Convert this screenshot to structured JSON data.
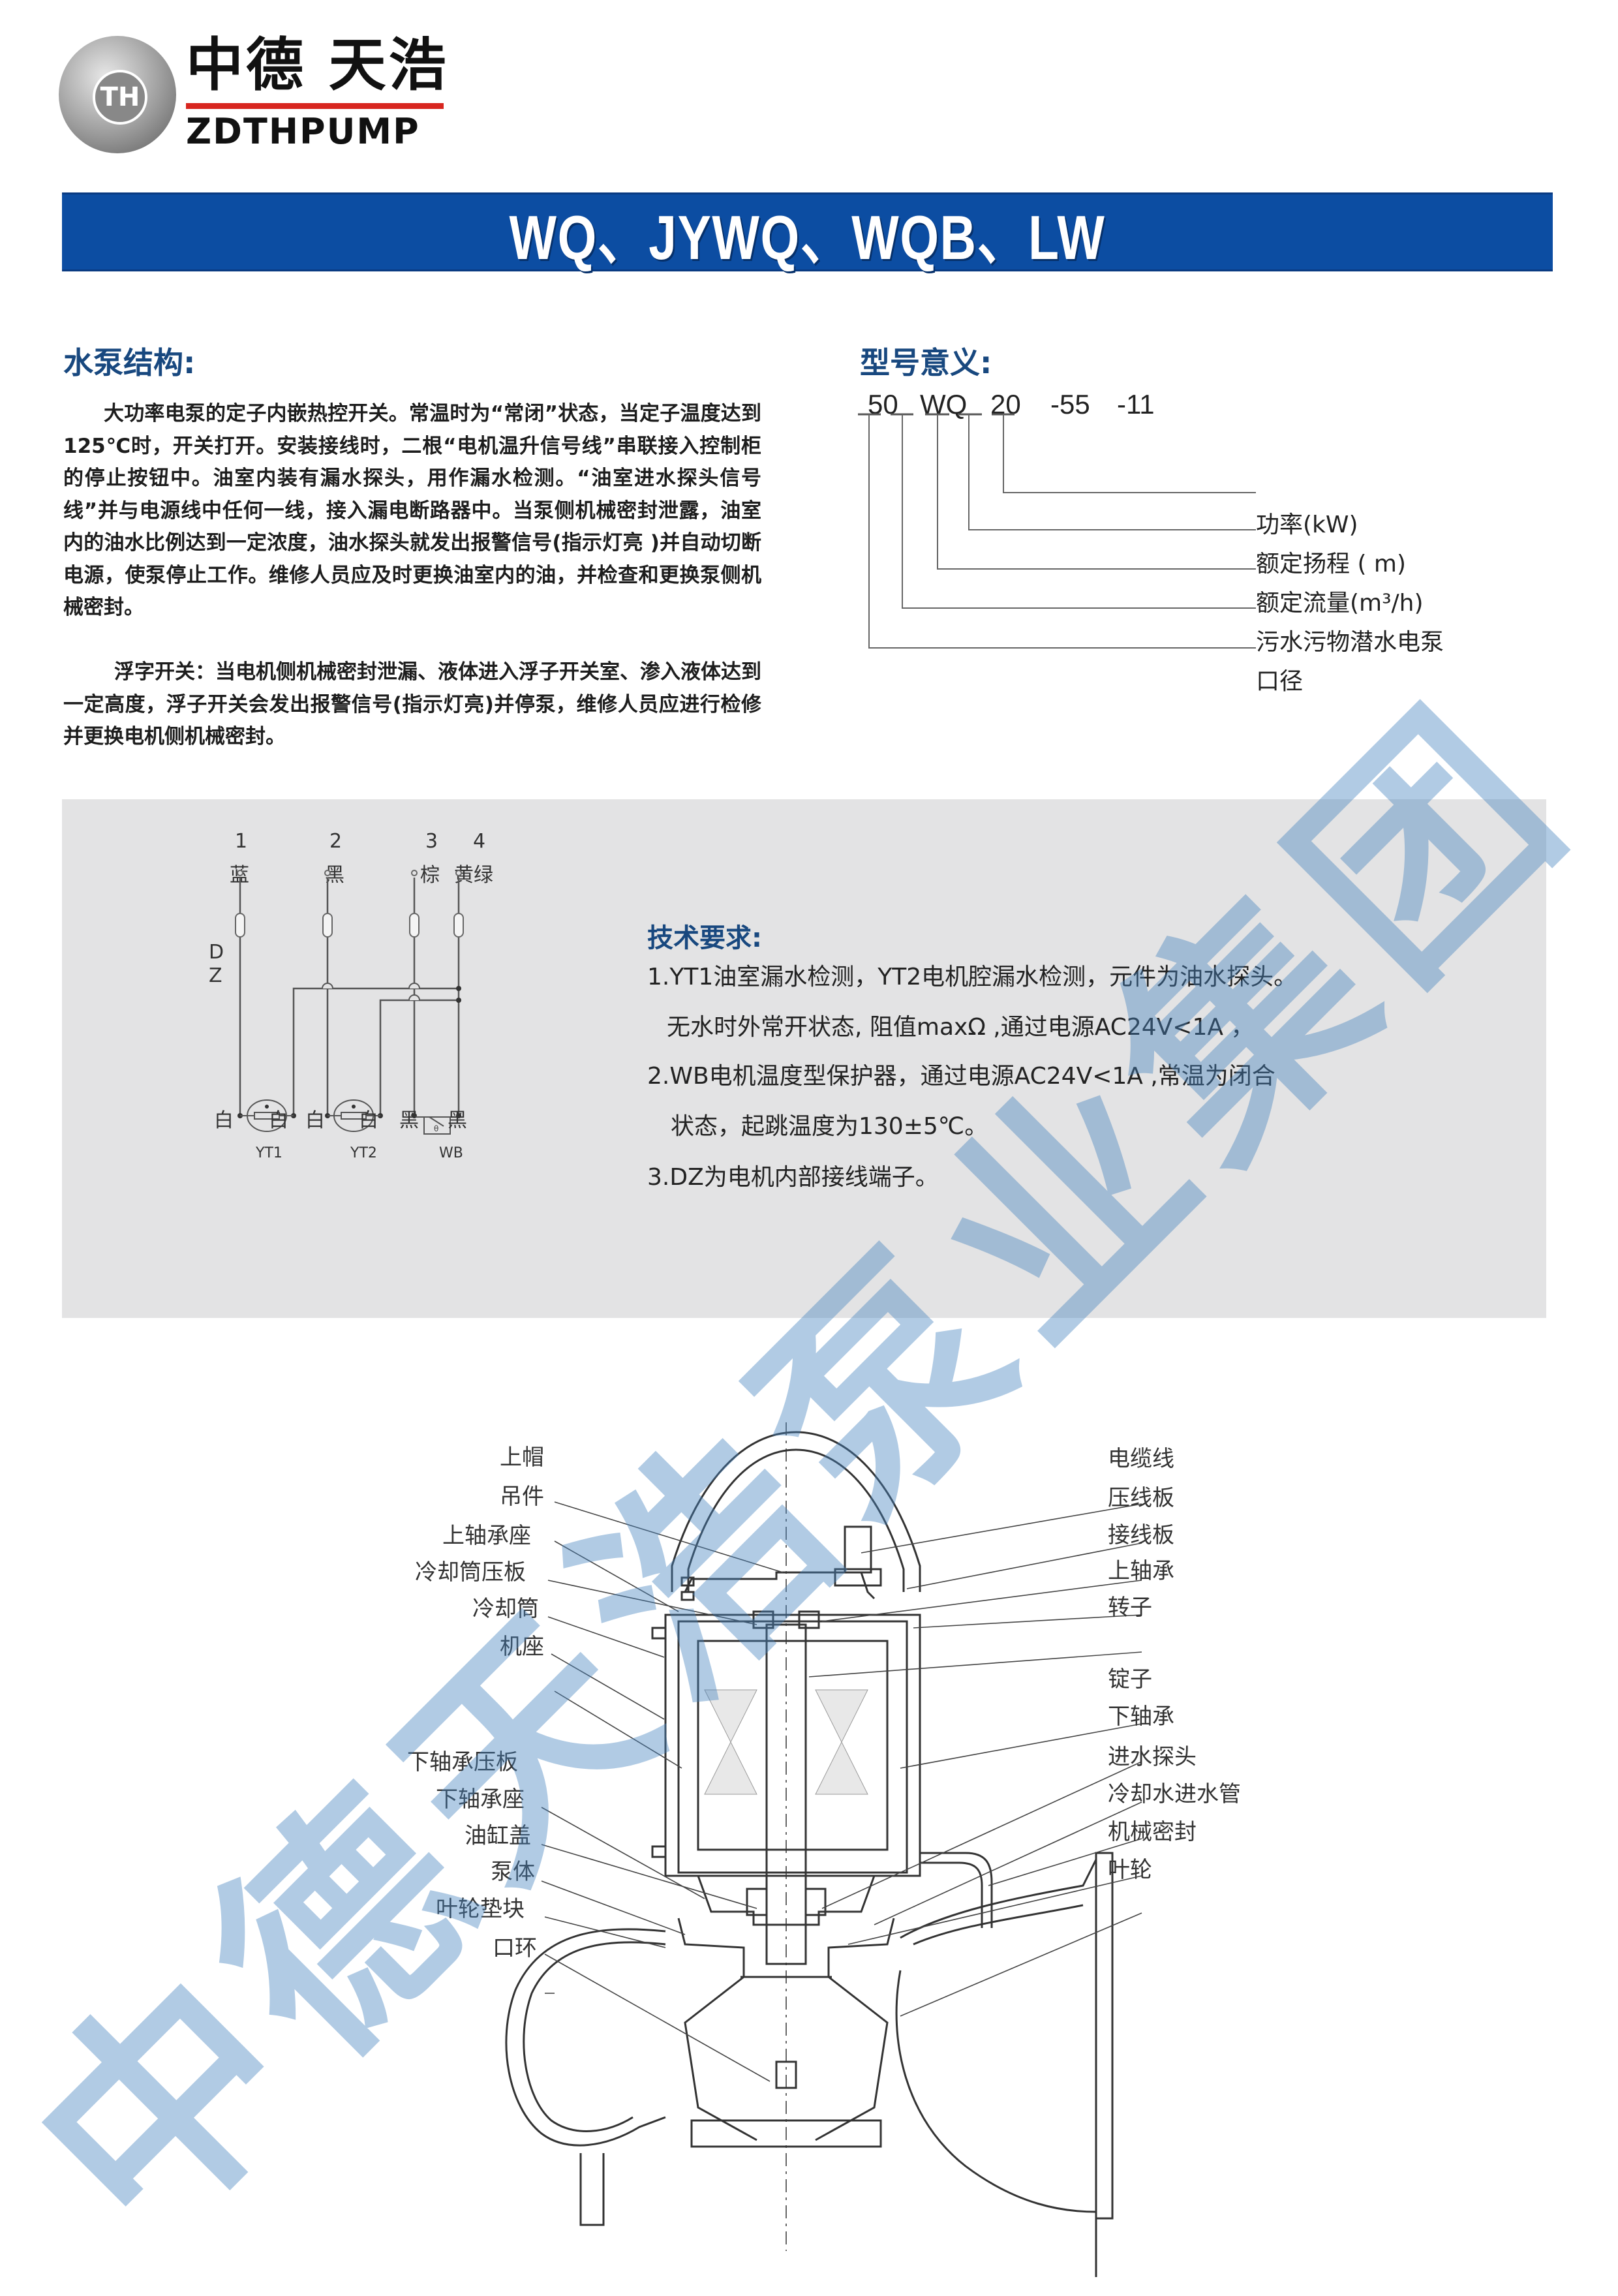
{
  "logo": {
    "mark_text": "TH",
    "name_cn": "中德 天浩",
    "name_en": "ZDTHPUMP",
    "accent_color": "#d8261f"
  },
  "banner": {
    "title": "WQ、JYWQ、WQB、LW",
    "background": "#0c4da2"
  },
  "structure": {
    "heading": "水泵结构:",
    "paragraph1": "大功率电泵的定子内嵌热控开关。常温时为“常闭”状态，当定子温度达到125℃时，开关打开。安装接线时，二根“电机温升信号线”串联接入控制柜的停止按钮中。油室内装有漏水探头，用作漏水检测。“油室进水探头信号线”并与电源线中任何一线，接入漏电断路器中。当泵侧机械密封泄露，油室内的油水比例达到一定浓度，油水探头就发出报警信号(指示灯亮 )并自动切断电源，使泵停止工作。维修人员应及时更换油室内的油，并检查和更换泵侧机械密封。",
    "paragraph2": "浮字开关：当电机侧机械密封泄漏、液体进入浮子开关室、渗入液体达到一定高度，浮子开关会发出报警信号(指示灯亮)并停泵，维修人员应进行检修并更换电机侧机械密封。"
  },
  "model_meaning": {
    "heading": "型号意义:",
    "code_parts": [
      "50",
      "WQ",
      "20",
      "-55",
      "-11"
    ],
    "labels": [
      "功率(kW)",
      "额定扬程 ( m)",
      "额定流量(m³/h)",
      "污水污物潜水电泵",
      "口径"
    ]
  },
  "wiring": {
    "terminals": [
      {
        "num": "1",
        "color": "蓝"
      },
      {
        "num": "2",
        "color": "黑"
      },
      {
        "num": "3",
        "color": "棕"
      },
      {
        "num": "4",
        "color": "黄绿"
      }
    ],
    "dz_label_top": "D",
    "dz_label_bottom": "Z",
    "wire_colors": [
      "白",
      "白",
      "白",
      "白",
      "黑",
      "黑"
    ],
    "components": [
      "YT1",
      "YT2",
      "WB"
    ],
    "wb_symbol": "θ"
  },
  "tech_requirements": {
    "heading": "技术要求:",
    "lines": [
      "1.YT1油室漏水检测，YT2电机腔漏水检测，元件为油水探头。",
      "无水时外常开状态, 阻值maxΩ ,通过电源AC24V<1A ，",
      "2.WB电机温度型保护器，通过电源AC24V<1A ,常温为闭合",
      "状态，起跳温度为130±5℃。",
      "3.DZ为电机内部接线端子。"
    ]
  },
  "pump_diagram": {
    "left_labels": [
      "上帽",
      "吊件",
      "上轴承座",
      "冷却筒压板",
      "冷却筒",
      "机座",
      "下轴承压板",
      "下轴承座",
      "油缸盖",
      "泵体",
      "叶轮垫块",
      "口环"
    ],
    "right_labels": [
      "电缆线",
      "压线板",
      "接线板",
      "上轴承",
      "转子",
      "锭子",
      "下轴承",
      "进水探头",
      "冷却水进水管",
      "机械密封",
      "叶轮"
    ]
  },
  "watermark": {
    "text": "中德天浩泵业集团",
    "color": "#4682be"
  }
}
